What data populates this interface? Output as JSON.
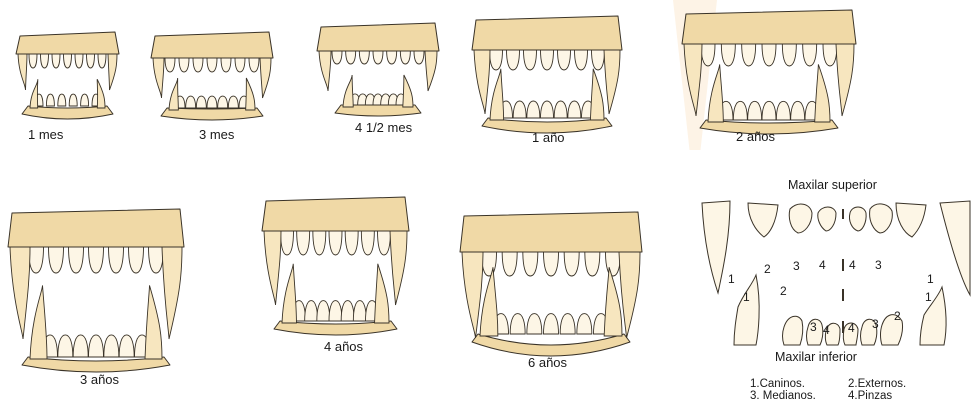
{
  "stages": [
    {
      "label": "1 mes"
    },
    {
      "label": "3 mes"
    },
    {
      "label": "4 1/2 mes"
    },
    {
      "label": "1 año"
    },
    {
      "label": "2 años"
    },
    {
      "label": "3 años"
    },
    {
      "label": "4 años"
    },
    {
      "label": "6 años"
    }
  ],
  "chart": {
    "title_top": "Maxilar superior",
    "title_bottom": "Maxilar inferior",
    "upper_numbers": [
      "1",
      "2",
      "3",
      "4",
      "4",
      "3",
      "1"
    ],
    "lower_numbers": [
      "1",
      "2",
      "3",
      "4",
      "4",
      "3",
      "2",
      "1"
    ],
    "legend": {
      "caninos": "1.Caninos.",
      "externos": "2.Externos.",
      "medianos": "3. Medianos.",
      "pinzas": "4.Pinzas"
    }
  },
  "colors": {
    "tooth_fill": "#f7e6bf",
    "tooth_light": "#fdf6e6",
    "gum": "#f0d9a6",
    "outline": "#3a3328",
    "watermark": "#fdf3e6"
  }
}
